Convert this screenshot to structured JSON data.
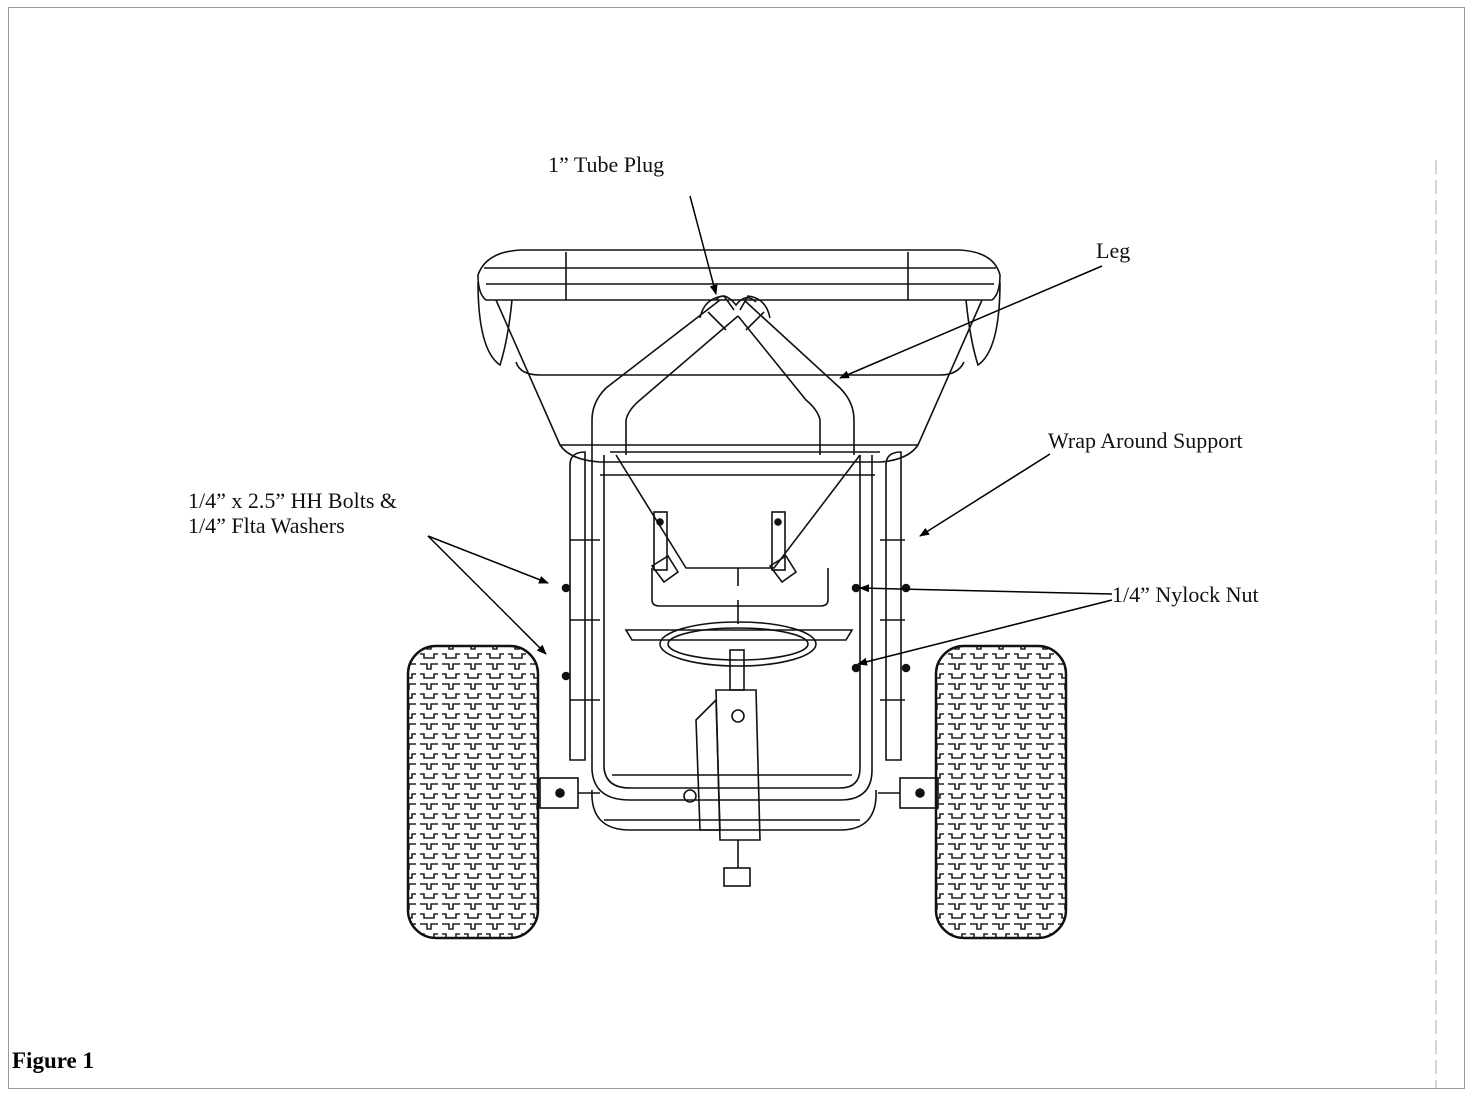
{
  "figure": {
    "caption": "Figure 1"
  },
  "callouts": {
    "tube_plug": "1” Tube Plug",
    "leg": "Leg",
    "wrap_support": "Wrap Around Support",
    "bolts_line1": "1/4” x 2.5” HH Bolts &",
    "bolts_line2": "1/4” Flta Washers",
    "nylock_nut": "1/4” Nylock Nut"
  }
}
